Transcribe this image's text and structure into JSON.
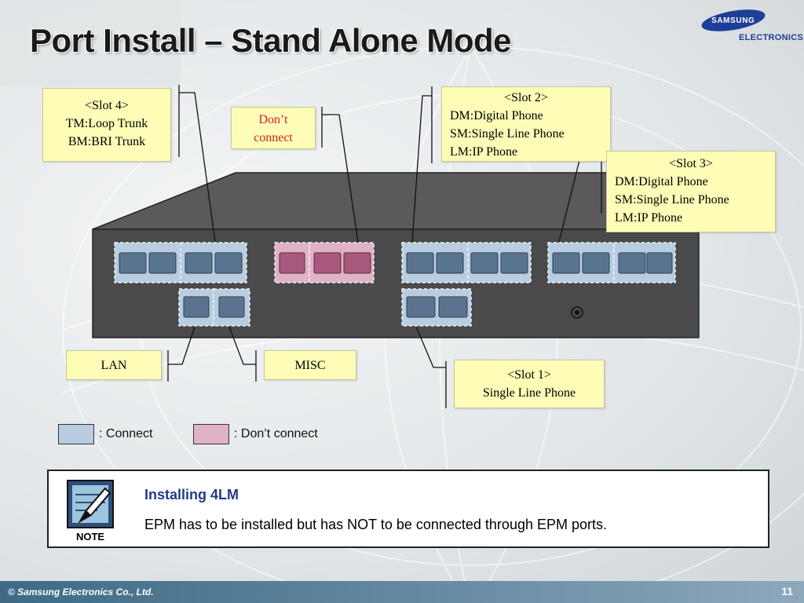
{
  "title": "Port Install – Stand Alone Mode",
  "logo": {
    "brand": "SAMSUNG",
    "subtitle": "ELECTRONICS"
  },
  "labels": {
    "slot4": [
      "<Slot 4>",
      "TM:Loop Trunk",
      "BM:BRI Trunk"
    ],
    "dont_connect": [
      "Don’t",
      "connect"
    ],
    "slot2": [
      "<Slot 2>",
      "DM:Digital Phone",
      "SM:Single Line Phone",
      "LM:IP Phone"
    ],
    "slot3": [
      "<Slot 3>",
      "DM:Digital Phone",
      "SM:Single Line Phone",
      "LM:IP Phone"
    ],
    "lan": "LAN",
    "misc": "MISC",
    "slot1": [
      "<Slot 1>",
      "Single Line Phone"
    ]
  },
  "legend": {
    "connect": {
      "label": ": Connect",
      "color": "#b8cde0"
    },
    "dont_connect": {
      "label": ": Don’t connect",
      "color": "#e0b2c8"
    }
  },
  "note": {
    "icon_label": "NOTE",
    "heading": "Installing 4LM",
    "text": "EPM has to be installed but has NOT to be connected through EPM ports."
  },
  "colors": {
    "device_body": "#4a4a4a",
    "port_connect": "#b8cde0",
    "port_dont_connect": "#e0b2c8",
    "label_fill": "#fdfdb8",
    "accent_red": "#d62020",
    "heading_blue": "#223a8c"
  },
  "footer": {
    "copyright": "© Samsung Electronics Co., Ltd.",
    "page_number": "11"
  }
}
